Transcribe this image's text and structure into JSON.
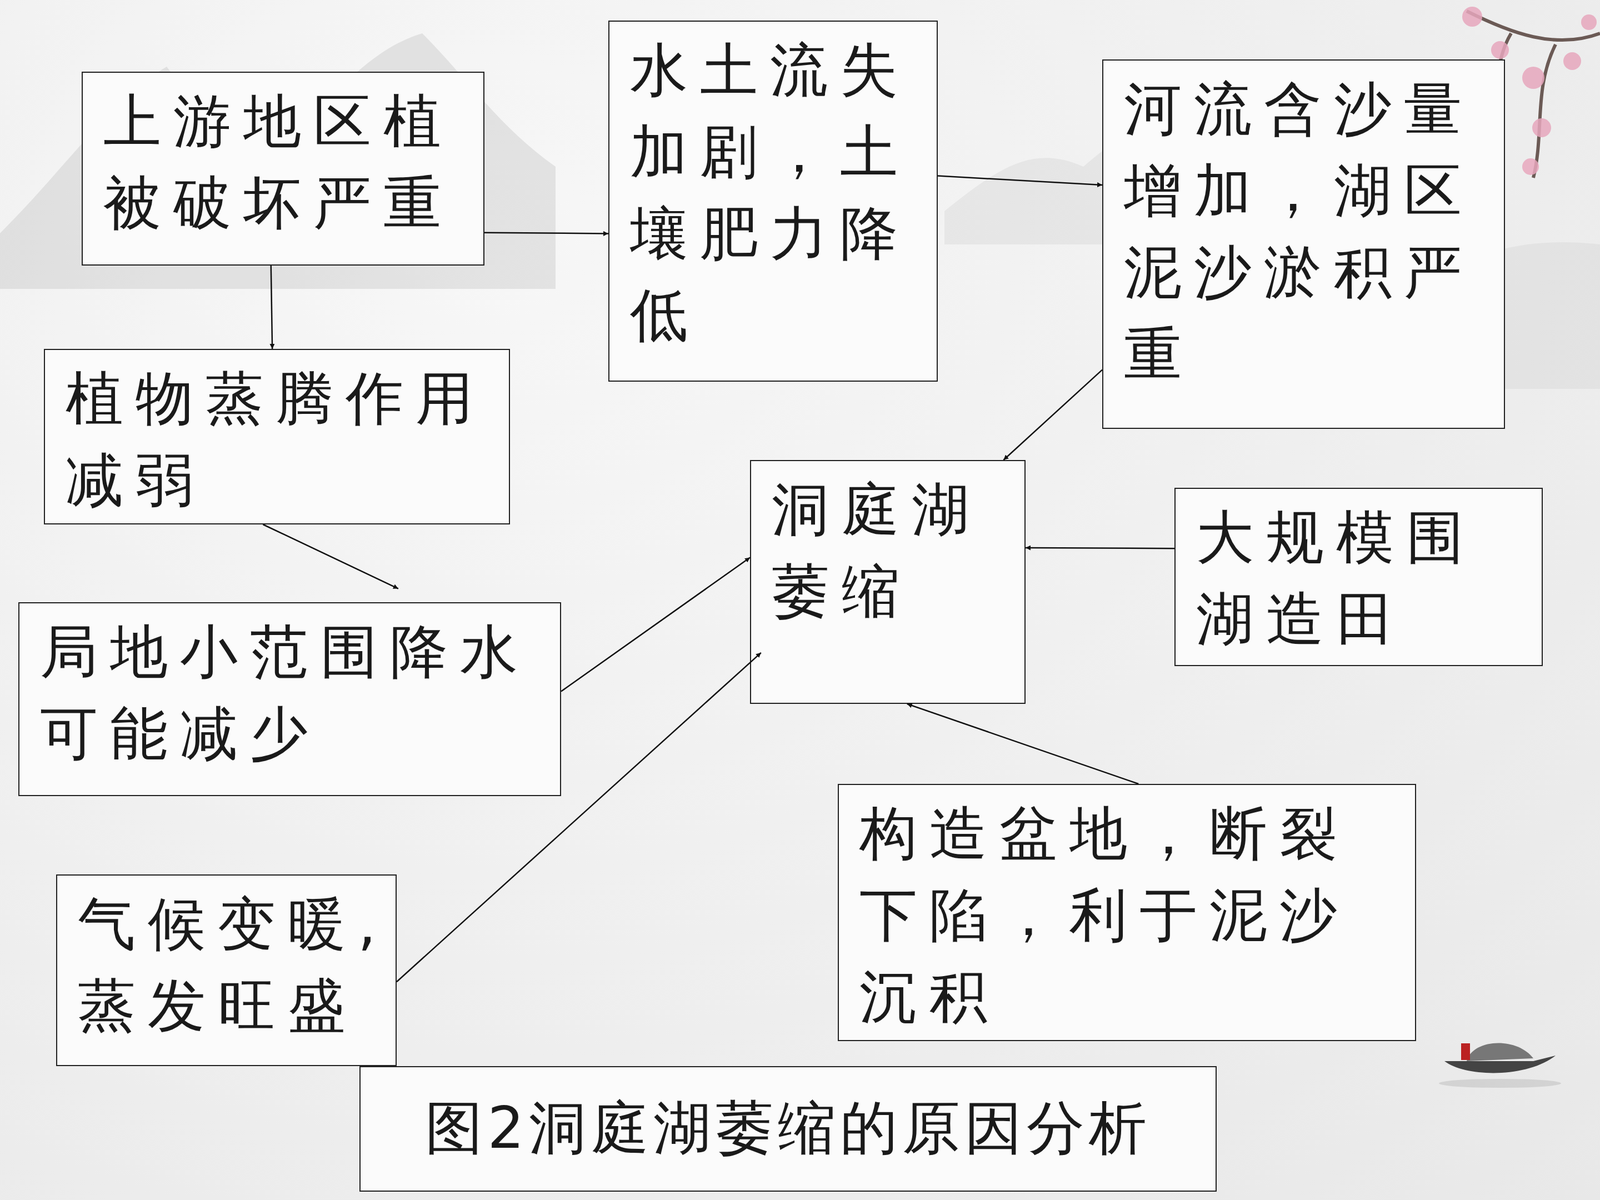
{
  "diagram": {
    "caption": "图2洞庭湖萎缩的原因分析",
    "nodes": [
      {
        "text": [
          "上游地区植被破坏严重"
        ]
      },
      {
        "text": [
          "水土流失加剧，土壤肥力降低"
        ]
      },
      {
        "text": [
          "河流含沙量增加，湖区泥沙淤积严重"
        ]
      },
      {
        "text": [
          "植物蒸腾作用减弱"
        ]
      },
      {
        "text": [
          "洞庭湖萎缩"
        ]
      },
      {
        "text": [
          "大规模围湖造田"
        ]
      },
      {
        "text": [
          "局地小范围降水可能减少"
        ]
      },
      {
        "text": [
          "构造盆地，断裂下陷，利于泥沙沉积"
        ]
      },
      {
        "text": [
          "气候变暖,蒸发旺盛"
        ]
      }
    ],
    "edges": [
      {
        "from": 0,
        "to": 1,
        "arrow": "to"
      },
      {
        "from": 1,
        "to": 2,
        "arrow": "to"
      },
      {
        "from": 0,
        "to": 3,
        "arrow": "to"
      },
      {
        "from": 3,
        "to": 6,
        "arrow": "to"
      },
      {
        "from": 2,
        "to": 4,
        "arrow": "to"
      },
      {
        "from": 5,
        "to": 4,
        "arrow": "to"
      },
      {
        "from": 6,
        "to": 4,
        "arrow": "to"
      },
      {
        "from": 8,
        "to": 4,
        "arrow": "to"
      },
      {
        "from": 7,
        "to": 4,
        "arrow": "to"
      }
    ]
  }
}
